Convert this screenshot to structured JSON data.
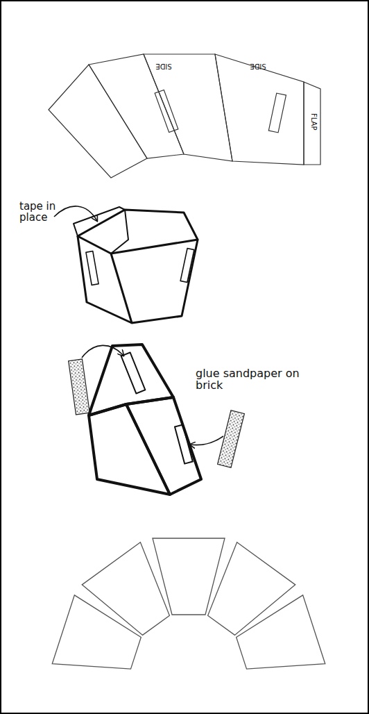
{
  "diagram": {
    "labels": [
      "SIDE",
      "SIDE",
      "FLAP",
      "tape in place",
      "glue sandpaper on brick"
    ]
  }
}
